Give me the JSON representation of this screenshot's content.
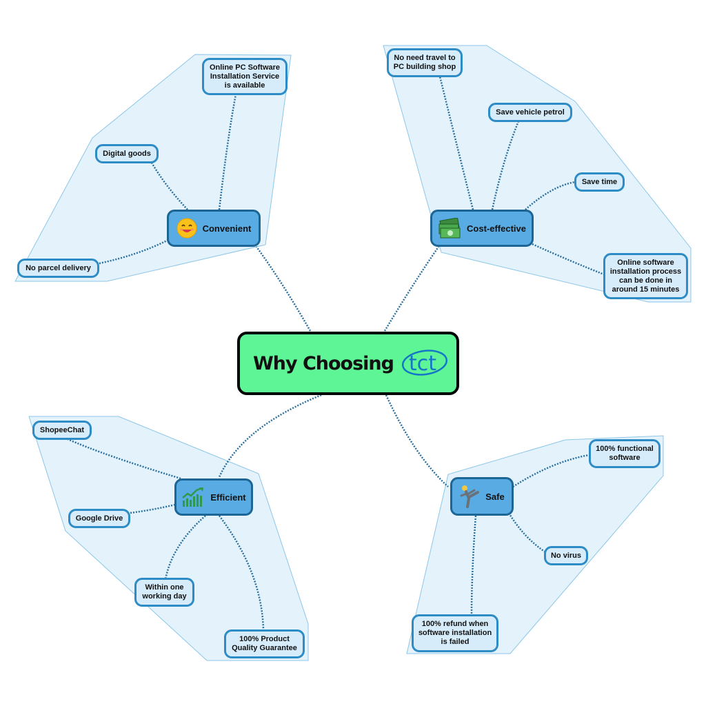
{
  "center": {
    "title": "Why Choosing",
    "logo": "tct"
  },
  "branches": {
    "convenient": {
      "label": "Convenient",
      "icon": "smiling-face-icon"
    },
    "cost_effective": {
      "label": "Cost-effective",
      "icon": "money-icon"
    },
    "efficient": {
      "label": "Efficient",
      "icon": "growth-chart-icon"
    },
    "safe": {
      "label": "Safe",
      "icon": "karate-kick-icon"
    }
  },
  "leaves": {
    "online_service": "Online PC Software Installation Service is available",
    "digital_goods": "Digital goods",
    "no_parcel": "No parcel delivery",
    "no_travel": "No need travel to PC building shop",
    "save_petrol": "Save vehicle petrol",
    "save_time": "Save time",
    "fifteen_minutes": "Online software installation process can be done in around 15 minutes",
    "shopeechat": "ShopeeChat",
    "google_drive": "Google Drive",
    "one_day": "Within one working day",
    "quality": "100% Product Quality Guarantee",
    "functional": "100% functional software",
    "no_virus": "No virus",
    "refund": "100% refund when software installation is failed"
  },
  "colors": {
    "center_fill": "#5ef597",
    "branch_fill": "#59abe3",
    "leaf_fill": "#d6ecfa",
    "leaf_border": "#2d8bc6",
    "region_fill": "#e3f2fb",
    "connector": "#2a6f9e"
  }
}
